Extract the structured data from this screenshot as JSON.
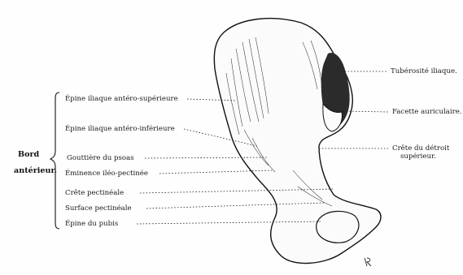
{
  "figure": {
    "group_label_line1": "Bord",
    "group_label_line2": "antérieur.",
    "labels_left": [
      "Épine iliaque antéro-supérieure",
      "Épine iliaque antéro-inférieure",
      "Gouttière du psoas",
      "Éminence iléo-pectinée",
      "Crête pectinéale",
      "Surface pectinéale",
      "Épine du pubis"
    ],
    "labels_right": [
      "Tubérosité iliaque.",
      "Facette auriculaire.",
      "Crête du détroit",
      "supérieur."
    ],
    "signature": "R"
  }
}
